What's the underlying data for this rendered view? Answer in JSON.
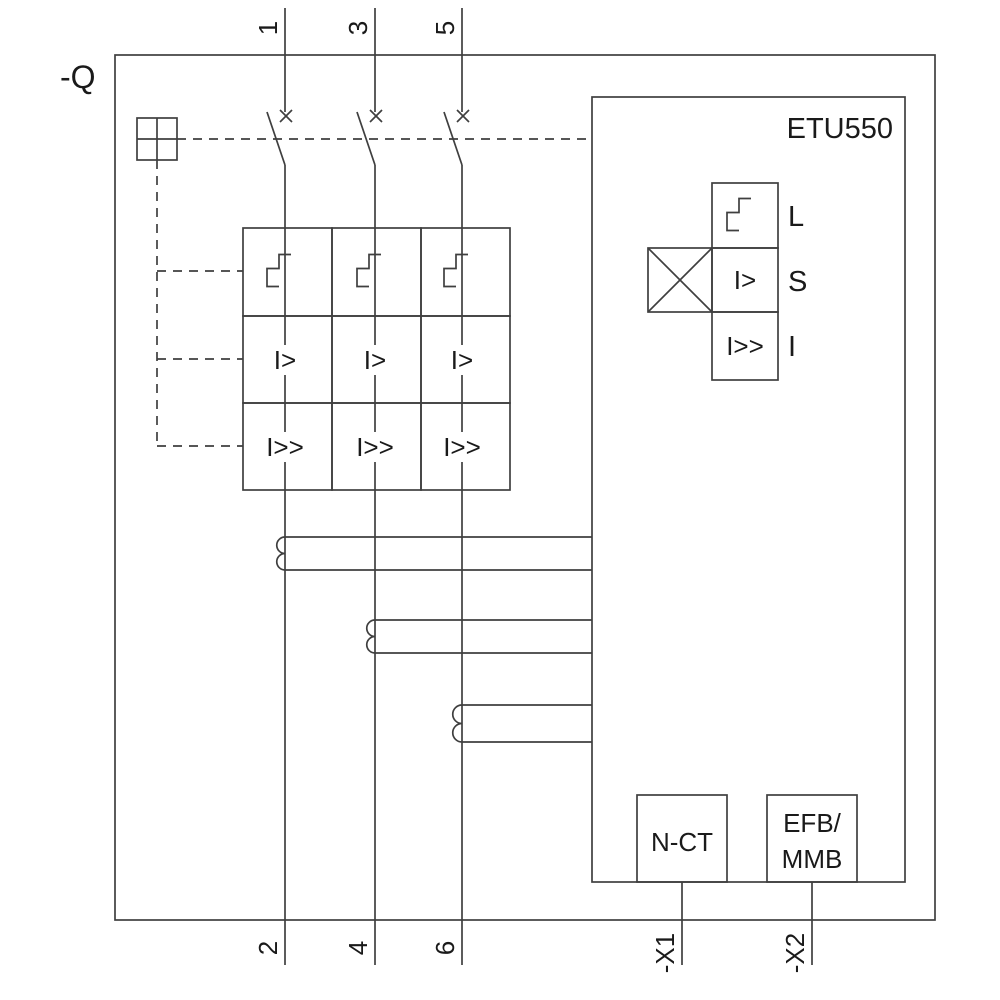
{
  "colors": {
    "line": "#3f3f3f",
    "text": "#1a1a1a",
    "background": "#ffffff"
  },
  "diagram": {
    "breaker_ref": "-Q",
    "trip_unit_name": "ETU550",
    "top_terminals": [
      "1",
      "3",
      "5"
    ],
    "bottom_terminals": [
      "2",
      "4",
      "6"
    ],
    "overcurrent_symbol": "I>",
    "short_circuit_symbol": "I>>",
    "etu_functions": {
      "long_time_label": "L",
      "short_time_label": "S",
      "short_time_symbol": "I>",
      "instantaneous_label": "I",
      "instantaneous_symbol": "I>>"
    },
    "n_ct_label": "N-CT",
    "efb_mmb_line1": "EFB/",
    "efb_mmb_line2": "MMB",
    "terminal_x1": "-X1",
    "terminal_x2": "-X2"
  }
}
